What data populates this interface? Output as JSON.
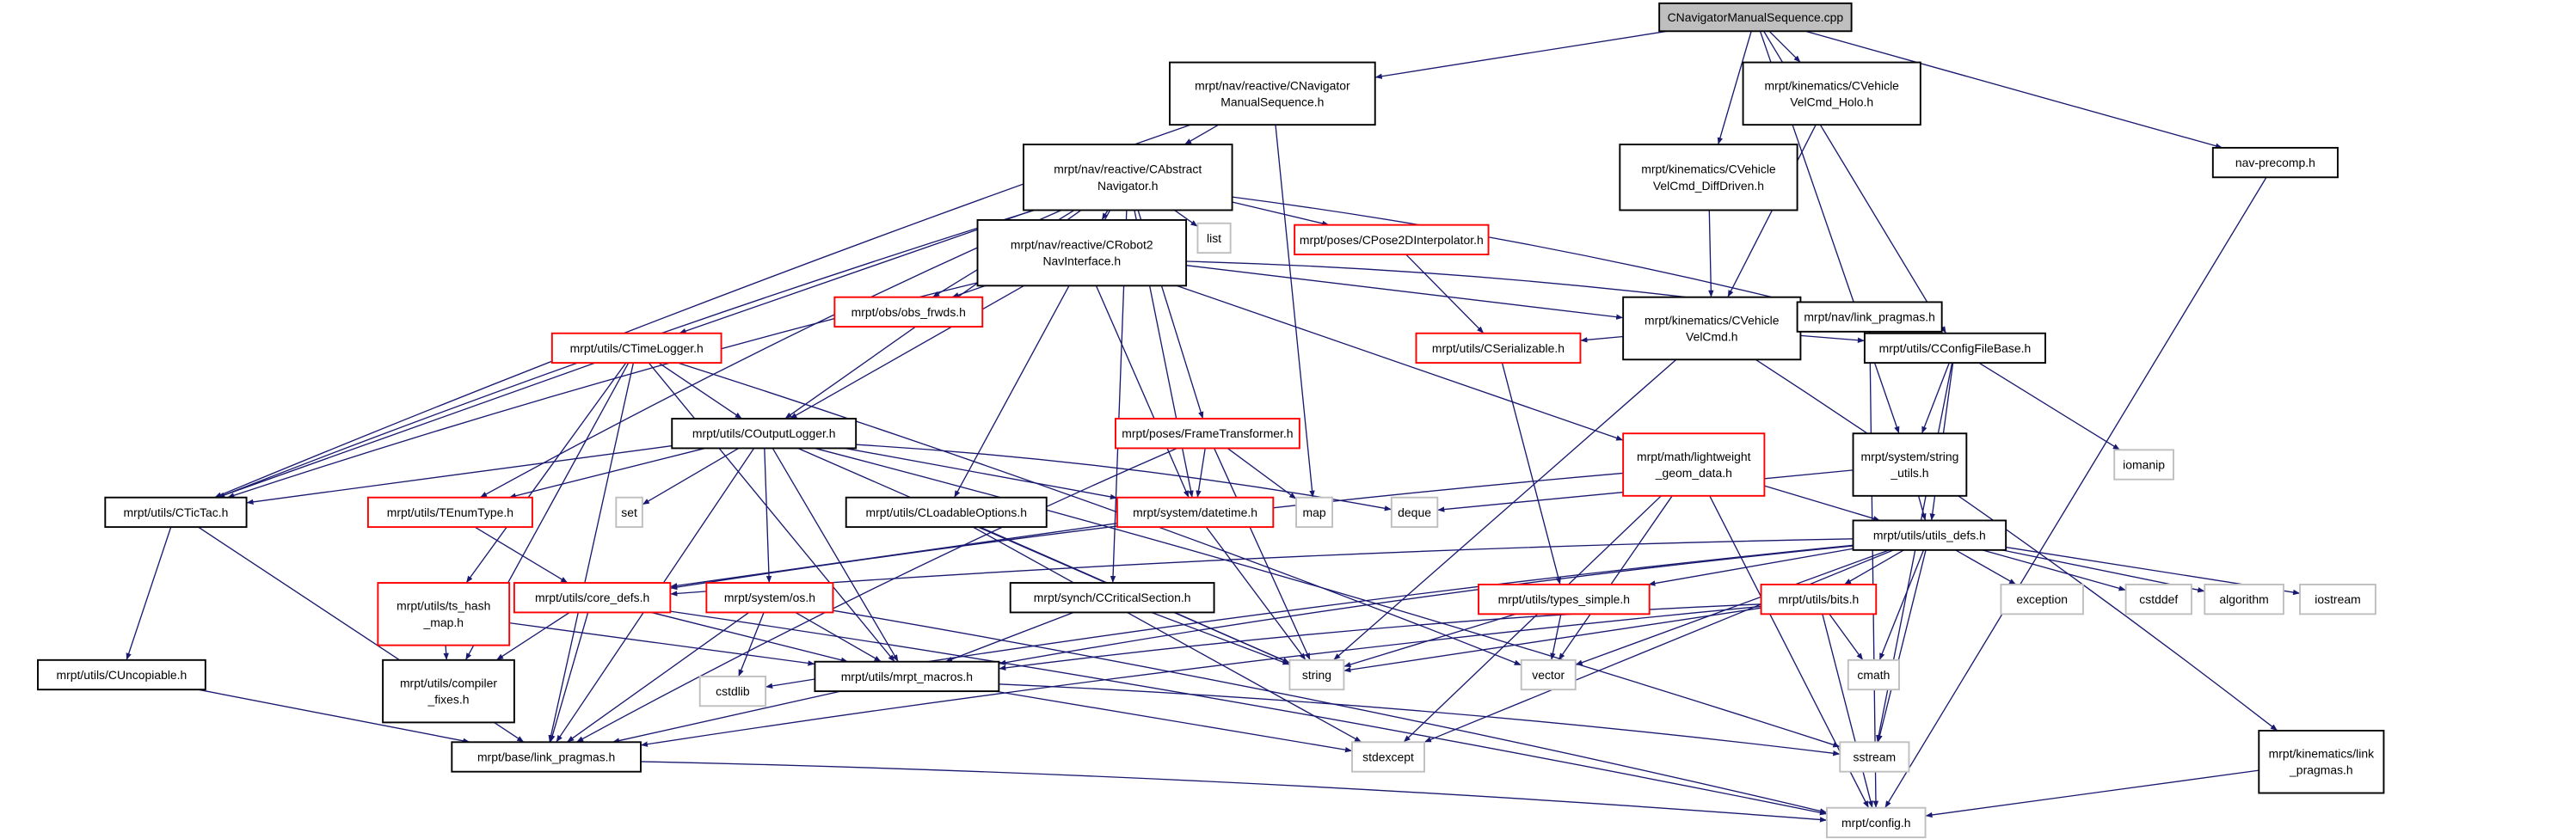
{
  "graph": {
    "title": "CNavigatorManualSequence.cpp",
    "colors": {
      "edge": "#191970",
      "red_border": "#ff0000",
      "gray_border": "#bfbfbf",
      "root_fill": "#bfbfbf"
    },
    "nodes": [
      {
        "id": "root",
        "style": "root",
        "lines": [
          "CNavigatorManualSequence.cpp"
        ]
      },
      {
        "id": "navManual",
        "style": "normal",
        "lines": [
          "mrpt/nav/reactive/CNavigator",
          "ManualSequence.h"
        ]
      },
      {
        "id": "velHolo",
        "style": "normal",
        "lines": [
          "mrpt/kinematics/CVehicle",
          "VelCmd_Holo.h"
        ]
      },
      {
        "id": "navPrecomp",
        "style": "normal",
        "lines": [
          "nav-precomp.h"
        ]
      },
      {
        "id": "abstract",
        "style": "normal",
        "lines": [
          "mrpt/nav/reactive/CAbstract",
          "Navigator.h"
        ]
      },
      {
        "id": "diffDriven",
        "style": "normal",
        "lines": [
          "mrpt/kinematics/CVehicle",
          "VelCmd_DiffDriven.h"
        ]
      },
      {
        "id": "robot2",
        "style": "normal",
        "lines": [
          "mrpt/nav/reactive/CRobot2",
          "NavInterface.h"
        ]
      },
      {
        "id": "list",
        "style": "gray",
        "lines": [
          "list"
        ]
      },
      {
        "id": "poseInterp",
        "style": "red",
        "lines": [
          "mrpt/poses/CPose2DInterpolator.h"
        ]
      },
      {
        "id": "obsFrwds",
        "style": "red",
        "lines": [
          "mrpt/obs/obs_frwds.h"
        ]
      },
      {
        "id": "veh",
        "style": "normal",
        "lines": [
          "mrpt/kinematics/CVehicle",
          "VelCmd.h"
        ]
      },
      {
        "id": "navLinkPragmas",
        "style": "normal",
        "lines": [
          "mrpt/nav/link_pragmas.h"
        ]
      },
      {
        "id": "ctimeLogger",
        "style": "red",
        "lines": [
          "mrpt/utils/CTimeLogger.h"
        ]
      },
      {
        "id": "cserial",
        "style": "red",
        "lines": [
          "mrpt/utils/CSerializable.h"
        ]
      },
      {
        "id": "configFile",
        "style": "normal",
        "lines": [
          "mrpt/utils/CConfigFileBase.h"
        ]
      },
      {
        "id": "outputLogger",
        "style": "normal",
        "lines": [
          "mrpt/utils/COutputLogger.h"
        ]
      },
      {
        "id": "frameTrans",
        "style": "red",
        "lines": [
          "mrpt/poses/FrameTransformer.h"
        ]
      },
      {
        "id": "lightweight",
        "style": "red",
        "lines": [
          "mrpt/math/lightweight",
          "_geom_data.h"
        ]
      },
      {
        "id": "stringUtils",
        "style": "normal",
        "lines": [
          "mrpt/system/string",
          "_utils.h"
        ]
      },
      {
        "id": "iomanip",
        "style": "gray",
        "lines": [
          "iomanip"
        ]
      },
      {
        "id": "ctictac",
        "style": "normal",
        "lines": [
          "mrpt/utils/CTicTac.h"
        ]
      },
      {
        "id": "tenum",
        "style": "red",
        "lines": [
          "mrpt/utils/TEnumType.h"
        ]
      },
      {
        "id": "set",
        "style": "gray",
        "lines": [
          "set"
        ]
      },
      {
        "id": "cloadable",
        "style": "normal",
        "lines": [
          "mrpt/utils/CLoadableOptions.h"
        ]
      },
      {
        "id": "datetime",
        "style": "red",
        "lines": [
          "mrpt/system/datetime.h"
        ]
      },
      {
        "id": "map",
        "style": "gray",
        "lines": [
          "map"
        ]
      },
      {
        "id": "deque",
        "style": "gray",
        "lines": [
          "deque"
        ]
      },
      {
        "id": "utilsDefs",
        "style": "normal",
        "lines": [
          "mrpt/utils/utils_defs.h"
        ]
      },
      {
        "id": "tshash",
        "style": "red",
        "lines": [
          "mrpt/utils/ts_hash",
          "_map.h"
        ]
      },
      {
        "id": "coredefs",
        "style": "red",
        "lines": [
          "mrpt/utils/core_defs.h"
        ]
      },
      {
        "id": "osh",
        "style": "red",
        "lines": [
          "mrpt/system/os.h"
        ]
      },
      {
        "id": "critical",
        "style": "normal",
        "lines": [
          "mrpt/synch/CCriticalSection.h"
        ]
      },
      {
        "id": "typesSimple",
        "style": "red",
        "lines": [
          "mrpt/utils/types_simple.h"
        ]
      },
      {
        "id": "bits",
        "style": "red",
        "lines": [
          "mrpt/utils/bits.h"
        ]
      },
      {
        "id": "exception",
        "style": "gray",
        "lines": [
          "exception"
        ]
      },
      {
        "id": "cstddef",
        "style": "gray",
        "lines": [
          "cstddef"
        ]
      },
      {
        "id": "algorithm",
        "style": "gray",
        "lines": [
          "algorithm"
        ]
      },
      {
        "id": "iostream",
        "style": "gray",
        "lines": [
          "iostream"
        ]
      },
      {
        "id": "compilerFixes",
        "style": "normal",
        "lines": [
          "mrpt/utils/compiler",
          "_fixes.h"
        ]
      },
      {
        "id": "cuncopiable",
        "style": "normal",
        "lines": [
          "mrpt/utils/CUncopiable.h"
        ]
      },
      {
        "id": "cstdlib",
        "style": "gray",
        "lines": [
          "cstdlib"
        ]
      },
      {
        "id": "mrptMacros",
        "style": "normal",
        "lines": [
          "mrpt/utils/mrpt_macros.h"
        ]
      },
      {
        "id": "string",
        "style": "gray",
        "lines": [
          "string"
        ]
      },
      {
        "id": "vector",
        "style": "gray",
        "lines": [
          "vector"
        ]
      },
      {
        "id": "cmath",
        "style": "gray",
        "lines": [
          "cmath"
        ]
      },
      {
        "id": "baseLinkPragmas",
        "style": "normal",
        "lines": [
          "mrpt/base/link_pragmas.h"
        ]
      },
      {
        "id": "stdexcept",
        "style": "gray",
        "lines": [
          "stdexcept"
        ]
      },
      {
        "id": "sstream",
        "style": "gray",
        "lines": [
          "sstream"
        ]
      },
      {
        "id": "kinLinkPragmas",
        "style": "normal",
        "lines": [
          "mrpt/kinematics/link",
          "_pragmas.h"
        ]
      },
      {
        "id": "config",
        "style": "gray",
        "lines": [
          "mrpt/config.h"
        ]
      }
    ],
    "edges": [
      [
        "root",
        "navManual"
      ],
      [
        "root",
        "velHolo"
      ],
      [
        "root",
        "diffDriven"
      ],
      [
        "root",
        "stringUtils"
      ],
      [
        "root",
        "configFile"
      ],
      [
        "root",
        "navPrecomp"
      ],
      [
        "navManual",
        "abstract"
      ],
      [
        "navManual",
        "ctictac"
      ],
      [
        "navManual",
        "map"
      ],
      [
        "velHolo",
        "veh"
      ],
      [
        "diffDriven",
        "veh"
      ],
      [
        "navPrecomp",
        "config"
      ],
      [
        "abstract",
        "robot2"
      ],
      [
        "abstract",
        "list"
      ],
      [
        "abstract",
        "poseInterp"
      ],
      [
        "abstract",
        "obsFrwds"
      ],
      [
        "abstract",
        "navLinkPragmas"
      ],
      [
        "abstract",
        "ctimeLogger"
      ],
      [
        "abstract",
        "outputLogger"
      ],
      [
        "abstract",
        "tenum"
      ],
      [
        "abstract",
        "frameTrans"
      ],
      [
        "abstract",
        "cloadable"
      ],
      [
        "abstract",
        "datetime"
      ],
      [
        "abstract",
        "critical"
      ],
      [
        "abstract",
        "ctictac"
      ],
      [
        "robot2",
        "obsFrwds"
      ],
      [
        "robot2",
        "veh"
      ],
      [
        "robot2",
        "navLinkPragmas"
      ],
      [
        "robot2",
        "ctictac"
      ],
      [
        "robot2",
        "outputLogger"
      ],
      [
        "robot2",
        "datetime"
      ],
      [
        "robot2",
        "lightweight"
      ],
      [
        "poseInterp",
        "cserial"
      ],
      [
        "veh",
        "cserial"
      ],
      [
        "veh",
        "configFile"
      ],
      [
        "veh",
        "string"
      ],
      [
        "veh",
        "kinLinkPragmas"
      ],
      [
        "navLinkPragmas",
        "config"
      ],
      [
        "configFile",
        "stringUtils"
      ],
      [
        "configFile",
        "utilsDefs"
      ],
      [
        "configFile",
        "iomanip"
      ],
      [
        "configFile",
        "sstream"
      ],
      [
        "ctimeLogger",
        "outputLogger"
      ],
      [
        "ctimeLogger",
        "ctictac"
      ],
      [
        "ctimeLogger",
        "tshash"
      ],
      [
        "ctimeLogger",
        "compilerFixes"
      ],
      [
        "ctimeLogger",
        "mrptMacros"
      ],
      [
        "ctimeLogger",
        "vector"
      ],
      [
        "ctimeLogger",
        "baseLinkPragmas"
      ],
      [
        "outputLogger",
        "ctictac"
      ],
      [
        "outputLogger",
        "tenum"
      ],
      [
        "outputLogger",
        "set"
      ],
      [
        "outputLogger",
        "datetime"
      ],
      [
        "outputLogger",
        "string"
      ],
      [
        "outputLogger",
        "deque"
      ],
      [
        "outputLogger",
        "mrptMacros"
      ],
      [
        "outputLogger",
        "osh"
      ],
      [
        "outputLogger",
        "baseLinkPragmas"
      ],
      [
        "outputLogger",
        "sstream"
      ],
      [
        "frameTrans",
        "datetime"
      ],
      [
        "frameTrans",
        "map"
      ],
      [
        "frameTrans",
        "string"
      ],
      [
        "frameTrans",
        "baseLinkPragmas"
      ],
      [
        "lightweight",
        "utilsDefs"
      ],
      [
        "lightweight",
        "vector"
      ],
      [
        "lightweight",
        "stdexcept"
      ],
      [
        "lightweight",
        "config"
      ],
      [
        "lightweight",
        "coredefs"
      ],
      [
        "stringUtils",
        "utilsDefs"
      ],
      [
        "stringUtils",
        "deque"
      ],
      [
        "ctictac",
        "cuncopiable"
      ],
      [
        "ctictac",
        "baseLinkPragmas"
      ],
      [
        "tenum",
        "coredefs"
      ],
      [
        "cloadable",
        "string"
      ],
      [
        "cloadable",
        "stdexcept"
      ],
      [
        "datetime",
        "string"
      ],
      [
        "datetime",
        "coredefs"
      ],
      [
        "cserial",
        "typesSimple"
      ],
      [
        "utilsDefs",
        "typesSimple"
      ],
      [
        "utilsDefs",
        "bits"
      ],
      [
        "utilsDefs",
        "exception"
      ],
      [
        "utilsDefs",
        "cstddef"
      ],
      [
        "utilsDefs",
        "algorithm"
      ],
      [
        "utilsDefs",
        "iostream"
      ],
      [
        "utilsDefs",
        "vector"
      ],
      [
        "utilsDefs",
        "cmath"
      ],
      [
        "utilsDefs",
        "stdexcept"
      ],
      [
        "utilsDefs",
        "sstream"
      ],
      [
        "utilsDefs",
        "cstdlib"
      ],
      [
        "utilsDefs",
        "coredefs"
      ],
      [
        "utilsDefs",
        "mrptMacros"
      ],
      [
        "tshash",
        "compilerFixes"
      ],
      [
        "tshash",
        "mrptMacros"
      ],
      [
        "coredefs",
        "compilerFixes"
      ],
      [
        "coredefs",
        "baseLinkPragmas"
      ],
      [
        "coredefs",
        "mrptMacros"
      ],
      [
        "coredefs",
        "config"
      ],
      [
        "osh",
        "mrptMacros"
      ],
      [
        "osh",
        "cstdlib"
      ],
      [
        "osh",
        "baseLinkPragmas"
      ],
      [
        "osh",
        "config"
      ],
      [
        "critical",
        "mrptMacros"
      ],
      [
        "critical",
        "string"
      ],
      [
        "typesSimple",
        "string"
      ],
      [
        "typesSimple",
        "vector"
      ],
      [
        "bits",
        "string"
      ],
      [
        "bits",
        "cmath"
      ],
      [
        "bits",
        "config"
      ],
      [
        "bits",
        "baseLinkPragmas"
      ],
      [
        "bits",
        "mrptMacros"
      ],
      [
        "cuncopiable",
        "baseLinkPragmas"
      ],
      [
        "mrptMacros",
        "baseLinkPragmas"
      ],
      [
        "mrptMacros",
        "stdexcept"
      ],
      [
        "mrptMacros",
        "sstream"
      ],
      [
        "baseLinkPragmas",
        "config"
      ],
      [
        "kinLinkPragmas",
        "config"
      ]
    ]
  }
}
